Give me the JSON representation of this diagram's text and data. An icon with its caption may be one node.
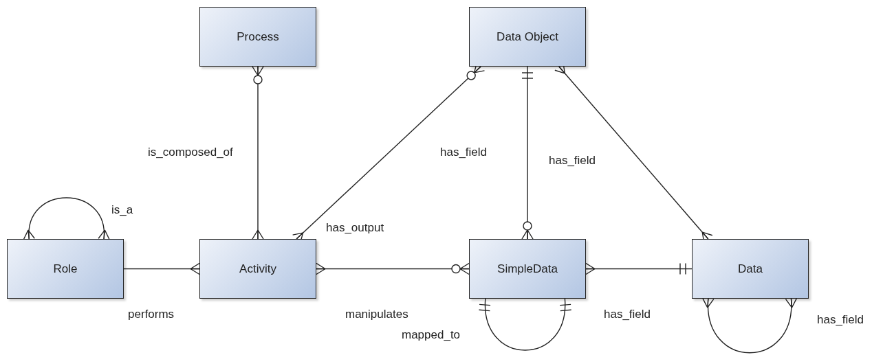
{
  "diagram": {
    "nodes": [
      {
        "text": [
          "Process"
        ]
      },
      {
        "text": [
          "Data Object"
        ]
      },
      {
        "text": [
          "Role"
        ]
      },
      {
        "text": [
          "Activity"
        ]
      },
      {
        "text": [
          "SimpleData"
        ]
      },
      {
        "text": [
          "Data"
        ]
      }
    ],
    "edges": [
      {
        "from": 2,
        "to": 2,
        "arrow": "other",
        "label": "is_a"
      },
      {
        "from": 0,
        "to": 3,
        "arrow": "other",
        "label": "is_composed_of"
      },
      {
        "from": 1,
        "to": 3,
        "arrow": "other",
        "label": "has_output"
      },
      {
        "from": 1,
        "to": 4,
        "arrow": "other",
        "label": "has_field"
      },
      {
        "from": 1,
        "to": 5,
        "arrow": "other",
        "label": "has_field"
      },
      {
        "from": 2,
        "to": 3,
        "arrow": "other",
        "label": "performs"
      },
      {
        "from": 3,
        "to": 4,
        "arrow": "other",
        "label": "manipulates"
      },
      {
        "from": 4,
        "to": 5,
        "arrow": "other",
        "label": "has_field"
      },
      {
        "from": 4,
        "to": 4,
        "arrow": "other",
        "label": "mapped_to"
      },
      {
        "from": 5,
        "to": 5,
        "arrow": "other",
        "label": "has_field"
      }
    ]
  }
}
